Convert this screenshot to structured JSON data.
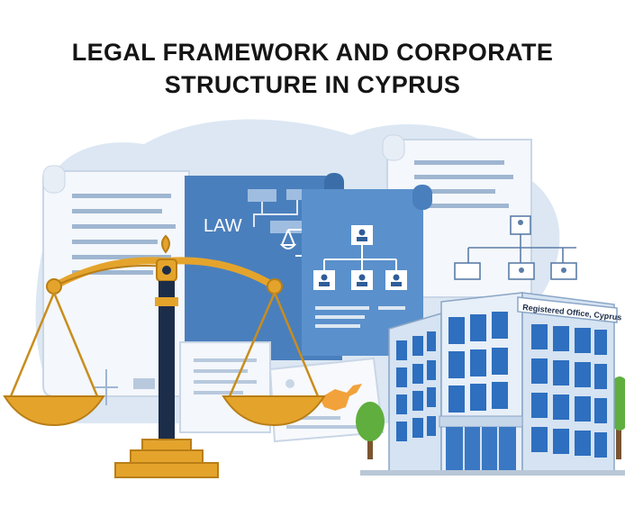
{
  "header": {
    "title_line1": "LEGAL FRAMEWORK AND CORPORATE",
    "title_line2": "STRUCTURE IN CYPRUS"
  },
  "illustration": {
    "law_document_label": "LAW",
    "building_sign": "Registered Office, Cyprus",
    "icons": [
      "scales-of-justice-icon",
      "org-chart-icon",
      "document-icon",
      "office-building-icon",
      "cyprus-map-icon",
      "tree-icon",
      "person-icon"
    ]
  },
  "colors": {
    "title": "#151515",
    "blob": "#dce7f3",
    "document_blue": "#4a7fbd",
    "document_dark_blue": "#2f5d99",
    "scales_gold": "#e4a42c",
    "scales_pillar": "#1c2d4a",
    "building_glass": "#2e6fbf",
    "cyprus_orange": "#f2a23a",
    "tree_green": "#5fae3e"
  }
}
